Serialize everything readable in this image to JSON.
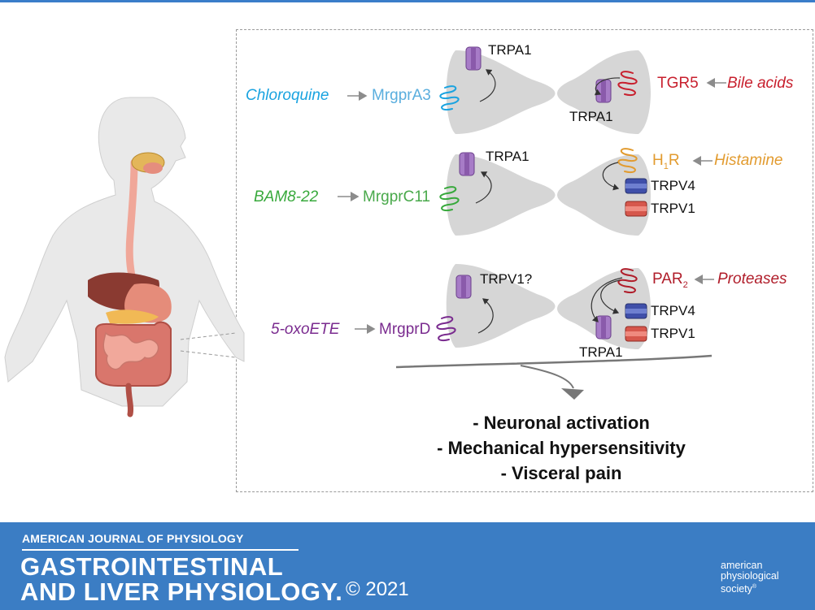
{
  "diagram": {
    "rows": [
      {
        "ligand": "Chloroquine",
        "receptor": "MrgprA3",
        "downstream": "TRPA1",
        "colors": {
          "ligand": "#1aa3e0",
          "receptor": "#5aaede"
        }
      },
      {
        "ligand": "BAM8-22",
        "receptor": "MrgprC11",
        "downstream": "TRPA1",
        "colors": {
          "ligand": "#38a93c",
          "receptor": "#49a94b"
        }
      },
      {
        "ligand": "5-oxoETE",
        "receptor": "MrgprD",
        "downstream": "TRPV1?",
        "colors": {
          "ligand": "#7a2b8f",
          "receptor": "#7a2b8f"
        }
      }
    ],
    "right_panels": [
      {
        "receptor": "TGR5",
        "ligand": "Bile acids",
        "channels": [
          "TRPA1"
        ],
        "color": "#c8202e"
      },
      {
        "receptor_main": "H",
        "receptor_sub": "1",
        "receptor_tail": "R",
        "ligand": "Histamine",
        "channels": [
          "TRPV4",
          "TRPV1"
        ],
        "color": "#e29b2f"
      },
      {
        "receptor_main": "PAR",
        "receptor_sub": "2",
        "ligand": "Proteases",
        "channels": [
          "TRPV4",
          "TRPV1",
          "TRPA1"
        ],
        "color": "#b01d2a"
      }
    ],
    "outcomes": [
      "- Neuronal activation",
      "- Mechanical hypersensitivity",
      "- Visceral pain"
    ],
    "icons": [
      "human-gi-tract-illustration",
      "neuron-terminal-shape",
      "ion-channel-icon",
      "gpcr-receptor-icon",
      "curved-arrow-icon"
    ]
  },
  "footer": {
    "journal": "AMERICAN JOURNAL OF PHYSIOLOGY",
    "title_line1": "GASTROINTESTINAL",
    "title_line2": "AND LIVER PHYSIOLOGY.",
    "copyright": "© 2021",
    "society_line1": "american",
    "society_line2": "physiological",
    "society_line3": "society",
    "society_mark": "®",
    "bg_color": "#3b7dc4"
  }
}
